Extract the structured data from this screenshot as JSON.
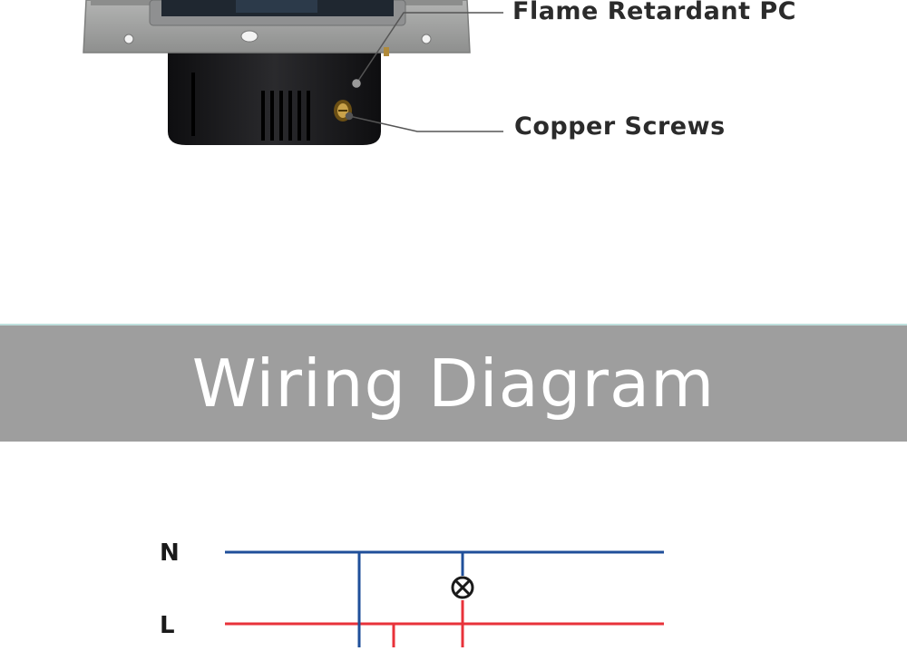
{
  "callouts": {
    "flame_label": "Flame Retardant PC",
    "copper_label": "Copper Screws"
  },
  "banner": {
    "title": "Wiring Diagram"
  },
  "wiring": {
    "neutral_label": "N",
    "live_label": "L"
  },
  "colors": {
    "plate_gray": "#9fa09f",
    "body_black": "#1d1d1f",
    "banner_gray": "#9e9e9e",
    "divider_teal": "#bfe0dd",
    "neutral_blue": "#1f4f9a",
    "live_red": "#e8323a",
    "leader_line": "#555555"
  },
  "icons": {
    "lamp": "lamp-symbol-icon"
  }
}
